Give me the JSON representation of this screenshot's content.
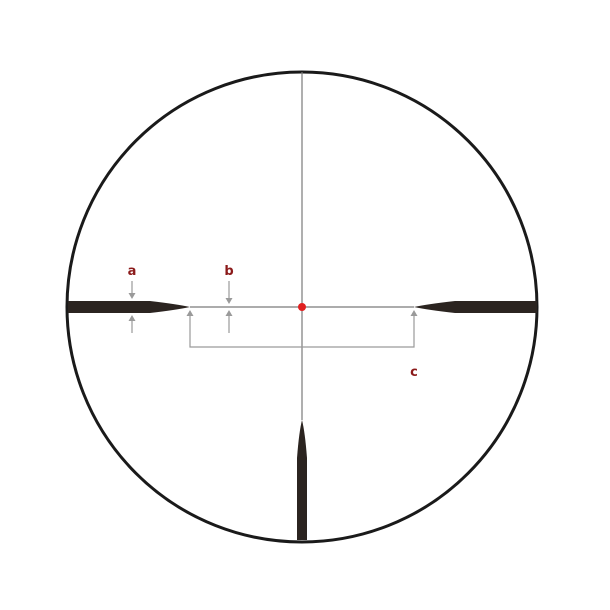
{
  "labels": {
    "a": "a",
    "b": "b",
    "c": "c"
  },
  "colors": {
    "outline": "#1a1a1a",
    "post": "#2b2420",
    "thin_line": "#7a7a7a",
    "annotation": "#9a9a9a",
    "label": "#8b1a1a",
    "center_dot": "#e02020"
  },
  "icons": {
    "center": "red-dot",
    "arrows": "arrow-icon"
  }
}
